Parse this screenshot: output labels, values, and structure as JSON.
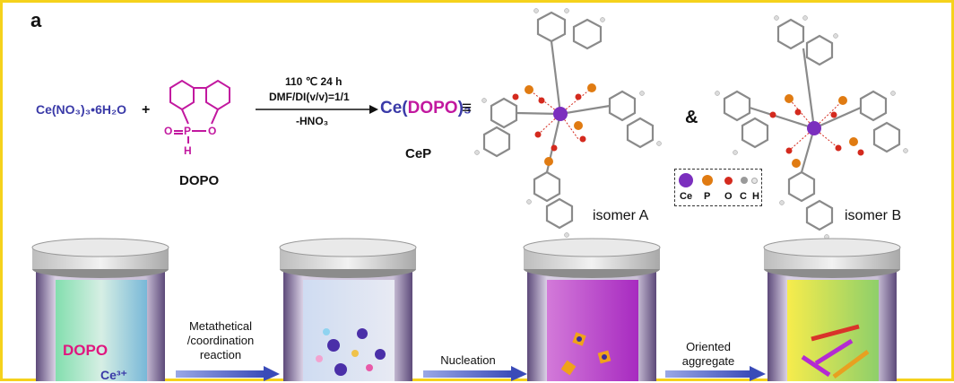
{
  "panel_label": "a",
  "reaction": {
    "reactant1": "Ce(NO₃)₃•6H₂O",
    "plus": "+",
    "dopo_label": "DOPO",
    "dopo_atoms": {
      "O": "O",
      "P": "P",
      "O2": "O",
      "H": "H"
    },
    "condition_line1": "110 ℃ 24 h",
    "condition_line2": "DMF/DI(v/v)=1/1",
    "condition_line3": "-HNO₃",
    "product_ce": "Ce(",
    "product_dopo": "DOPO",
    "product_close": ")₃",
    "equiv": "≡",
    "product_name": "CeP",
    "ampersand": "&",
    "isomer_a": "isomer A",
    "isomer_b": "isomer B"
  },
  "legend": {
    "items": [
      {
        "label": "Ce",
        "color": "#7b2fbe"
      },
      {
        "label": "P",
        "color": "#e07b12"
      },
      {
        "label": "O",
        "color": "#d42a1e"
      },
      {
        "label": "C",
        "color": "#9a9a9a"
      },
      {
        "label": "H",
        "color": "#e6e6e6"
      }
    ]
  },
  "process": {
    "step1_label": "DOPO",
    "step1_ion": "Ce³⁺",
    "arrow1_line1": "Metathetical",
    "arrow1_line2": "/coordination",
    "arrow1_line3": "reaction",
    "arrow2": "Nucleation",
    "arrow3_line1": "Oriented",
    "arrow3_line2": "aggregate"
  },
  "colors": {
    "ce_blue": "#3a3aa8",
    "dopo_magenta": "#c2189f",
    "border": "#f5d21c",
    "arrow": "#5b6cc9"
  }
}
